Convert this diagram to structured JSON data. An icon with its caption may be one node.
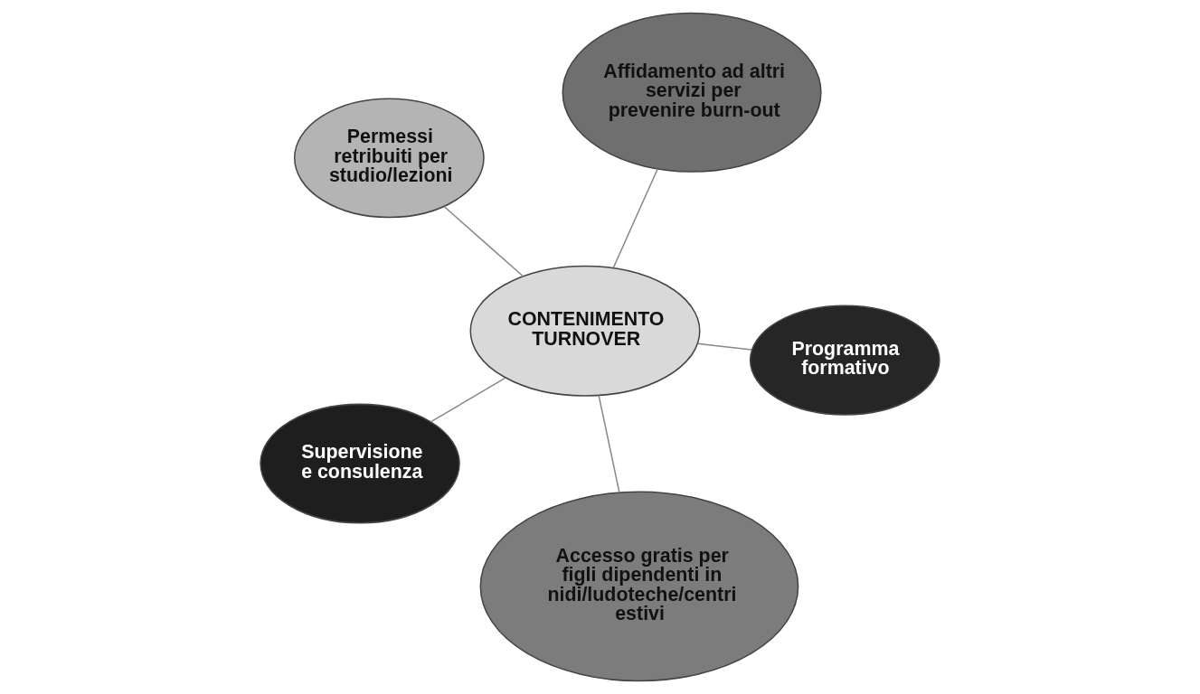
{
  "diagram": {
    "nodes": [
      {
        "text": [
          "Permessi retribuiti per studio/lezioni"
        ]
      },
      {
        "text": [
          "Programma formativo"
        ]
      },
      {
        "text": [
          "Accesso gratis per figli dipendenti in nidi/ludoteche/centri estivi"
        ]
      },
      {
        "text": [
          "CONTENIMENTO TURNOVER"
        ]
      },
      {
        "text": [
          "Affidamento ad altri servizi per prevenire burn-out"
        ]
      },
      {
        "text": [
          "Supervisione e consulenza"
        ]
      }
    ],
    "edges": [
      {
        "from": 3,
        "to": 0,
        "arrow": "none"
      },
      {
        "from": 3,
        "to": 1,
        "arrow": "none"
      },
      {
        "from": 3,
        "to": 2,
        "arrow": "none"
      },
      {
        "from": 3,
        "to": 4,
        "arrow": "none"
      },
      {
        "from": 3,
        "to": 5,
        "arrow": "none"
      }
    ]
  }
}
